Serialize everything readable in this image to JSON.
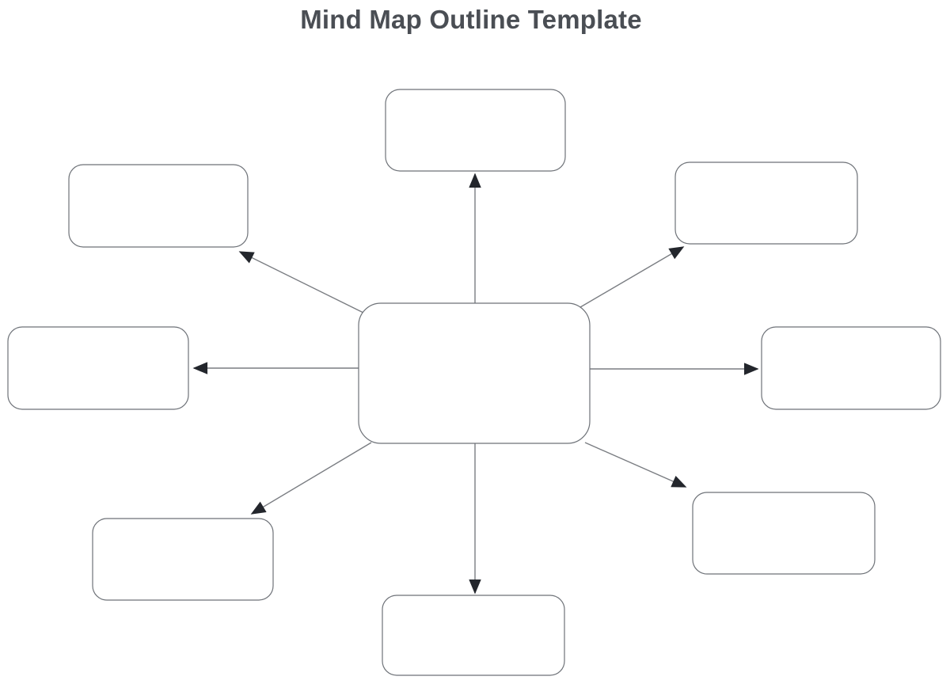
{
  "page": {
    "title": "Mind Map Outline Template",
    "background": "#ffffff"
  },
  "colors": {
    "title_text": "#4a4e54",
    "box_fill": "#ffffff",
    "box_border": "#6e7278",
    "connector": "#7a7d82",
    "arrowhead": "#23262c"
  },
  "mindmap": {
    "central": {
      "label": ""
    },
    "branches": [
      {
        "position": "top",
        "label": ""
      },
      {
        "position": "top-left",
        "label": ""
      },
      {
        "position": "top-right",
        "label": ""
      },
      {
        "position": "left",
        "label": ""
      },
      {
        "position": "right",
        "label": ""
      },
      {
        "position": "bottom-left",
        "label": ""
      },
      {
        "position": "bottom-right",
        "label": ""
      },
      {
        "position": "bottom",
        "label": ""
      }
    ],
    "connector_count": 8,
    "arrow_style": "solid-triangle",
    "arrow_direction": "center-to-branch"
  }
}
